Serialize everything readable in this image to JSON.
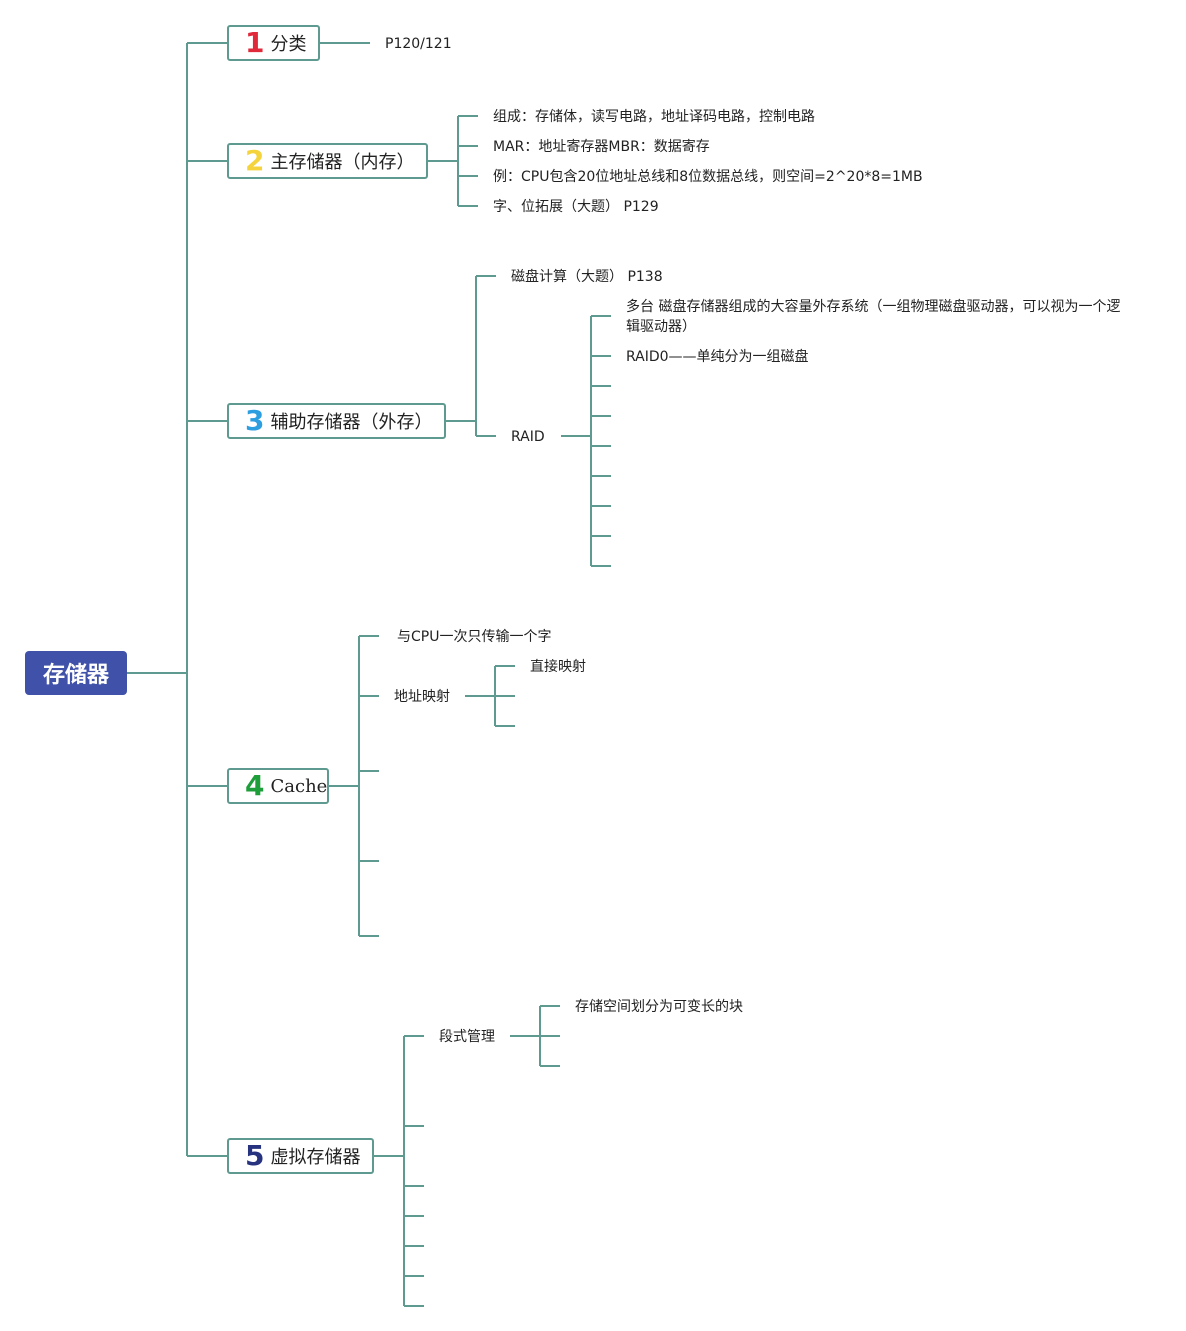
{
  "root": {
    "label": "存储器"
  },
  "colors": {
    "line": "#5e9a8f",
    "root_bg": "#3f51a8",
    "num1": "#e0293a",
    "num2": "#f5d33c",
    "num3": "#2d9ee0",
    "num4": "#1e9e3a",
    "num5": "#27337f"
  },
  "topics": [
    {
      "num": "1",
      "label": "分类",
      "children": [
        "P120/121"
      ]
    },
    {
      "num": "2",
      "label": "主存储器（内存）",
      "children": [
        "组成：存储体，读写电路，地址译码电路，控制电路",
        "MAR：地址寄存器MBR：数据寄存",
        "例：CPU包含20位地址总线和8位数据总线，则空间=2^20*8=1MB",
        "字、位拓展（大题） P129"
      ]
    },
    {
      "num": "3",
      "label": "辅助存储器（外存）",
      "children": [
        "磁盘计算（大题） P138",
        "RAID"
      ],
      "raid_children": [
        "多台 磁盘存储器组成的大容量外存系统（一组物理磁盘驱动器，可以视为一个逻辑驱动器）",
        "RAID0——单纯分为一组磁盘"
      ]
    },
    {
      "num": "4",
      "label": "Cache",
      "children": [
        "与CPU一次只传输一个字",
        "地址映射"
      ],
      "mapping_children": [
        "直接映射"
      ]
    },
    {
      "num": "5",
      "label": "虚拟存储器",
      "children": [
        "段式管理"
      ],
      "segment_children": [
        "存储空间划分为可变长的块"
      ]
    }
  ]
}
